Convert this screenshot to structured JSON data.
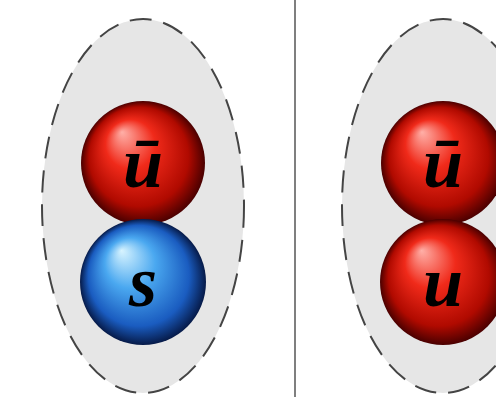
{
  "diagram": {
    "nodes": [
      {
        "text": [
          "ū"
        ]
      },
      {
        "text": [
          "s"
        ]
      },
      {
        "text": [
          "ū"
        ]
      },
      {
        "text": [
          "u"
        ]
      }
    ]
  }
}
